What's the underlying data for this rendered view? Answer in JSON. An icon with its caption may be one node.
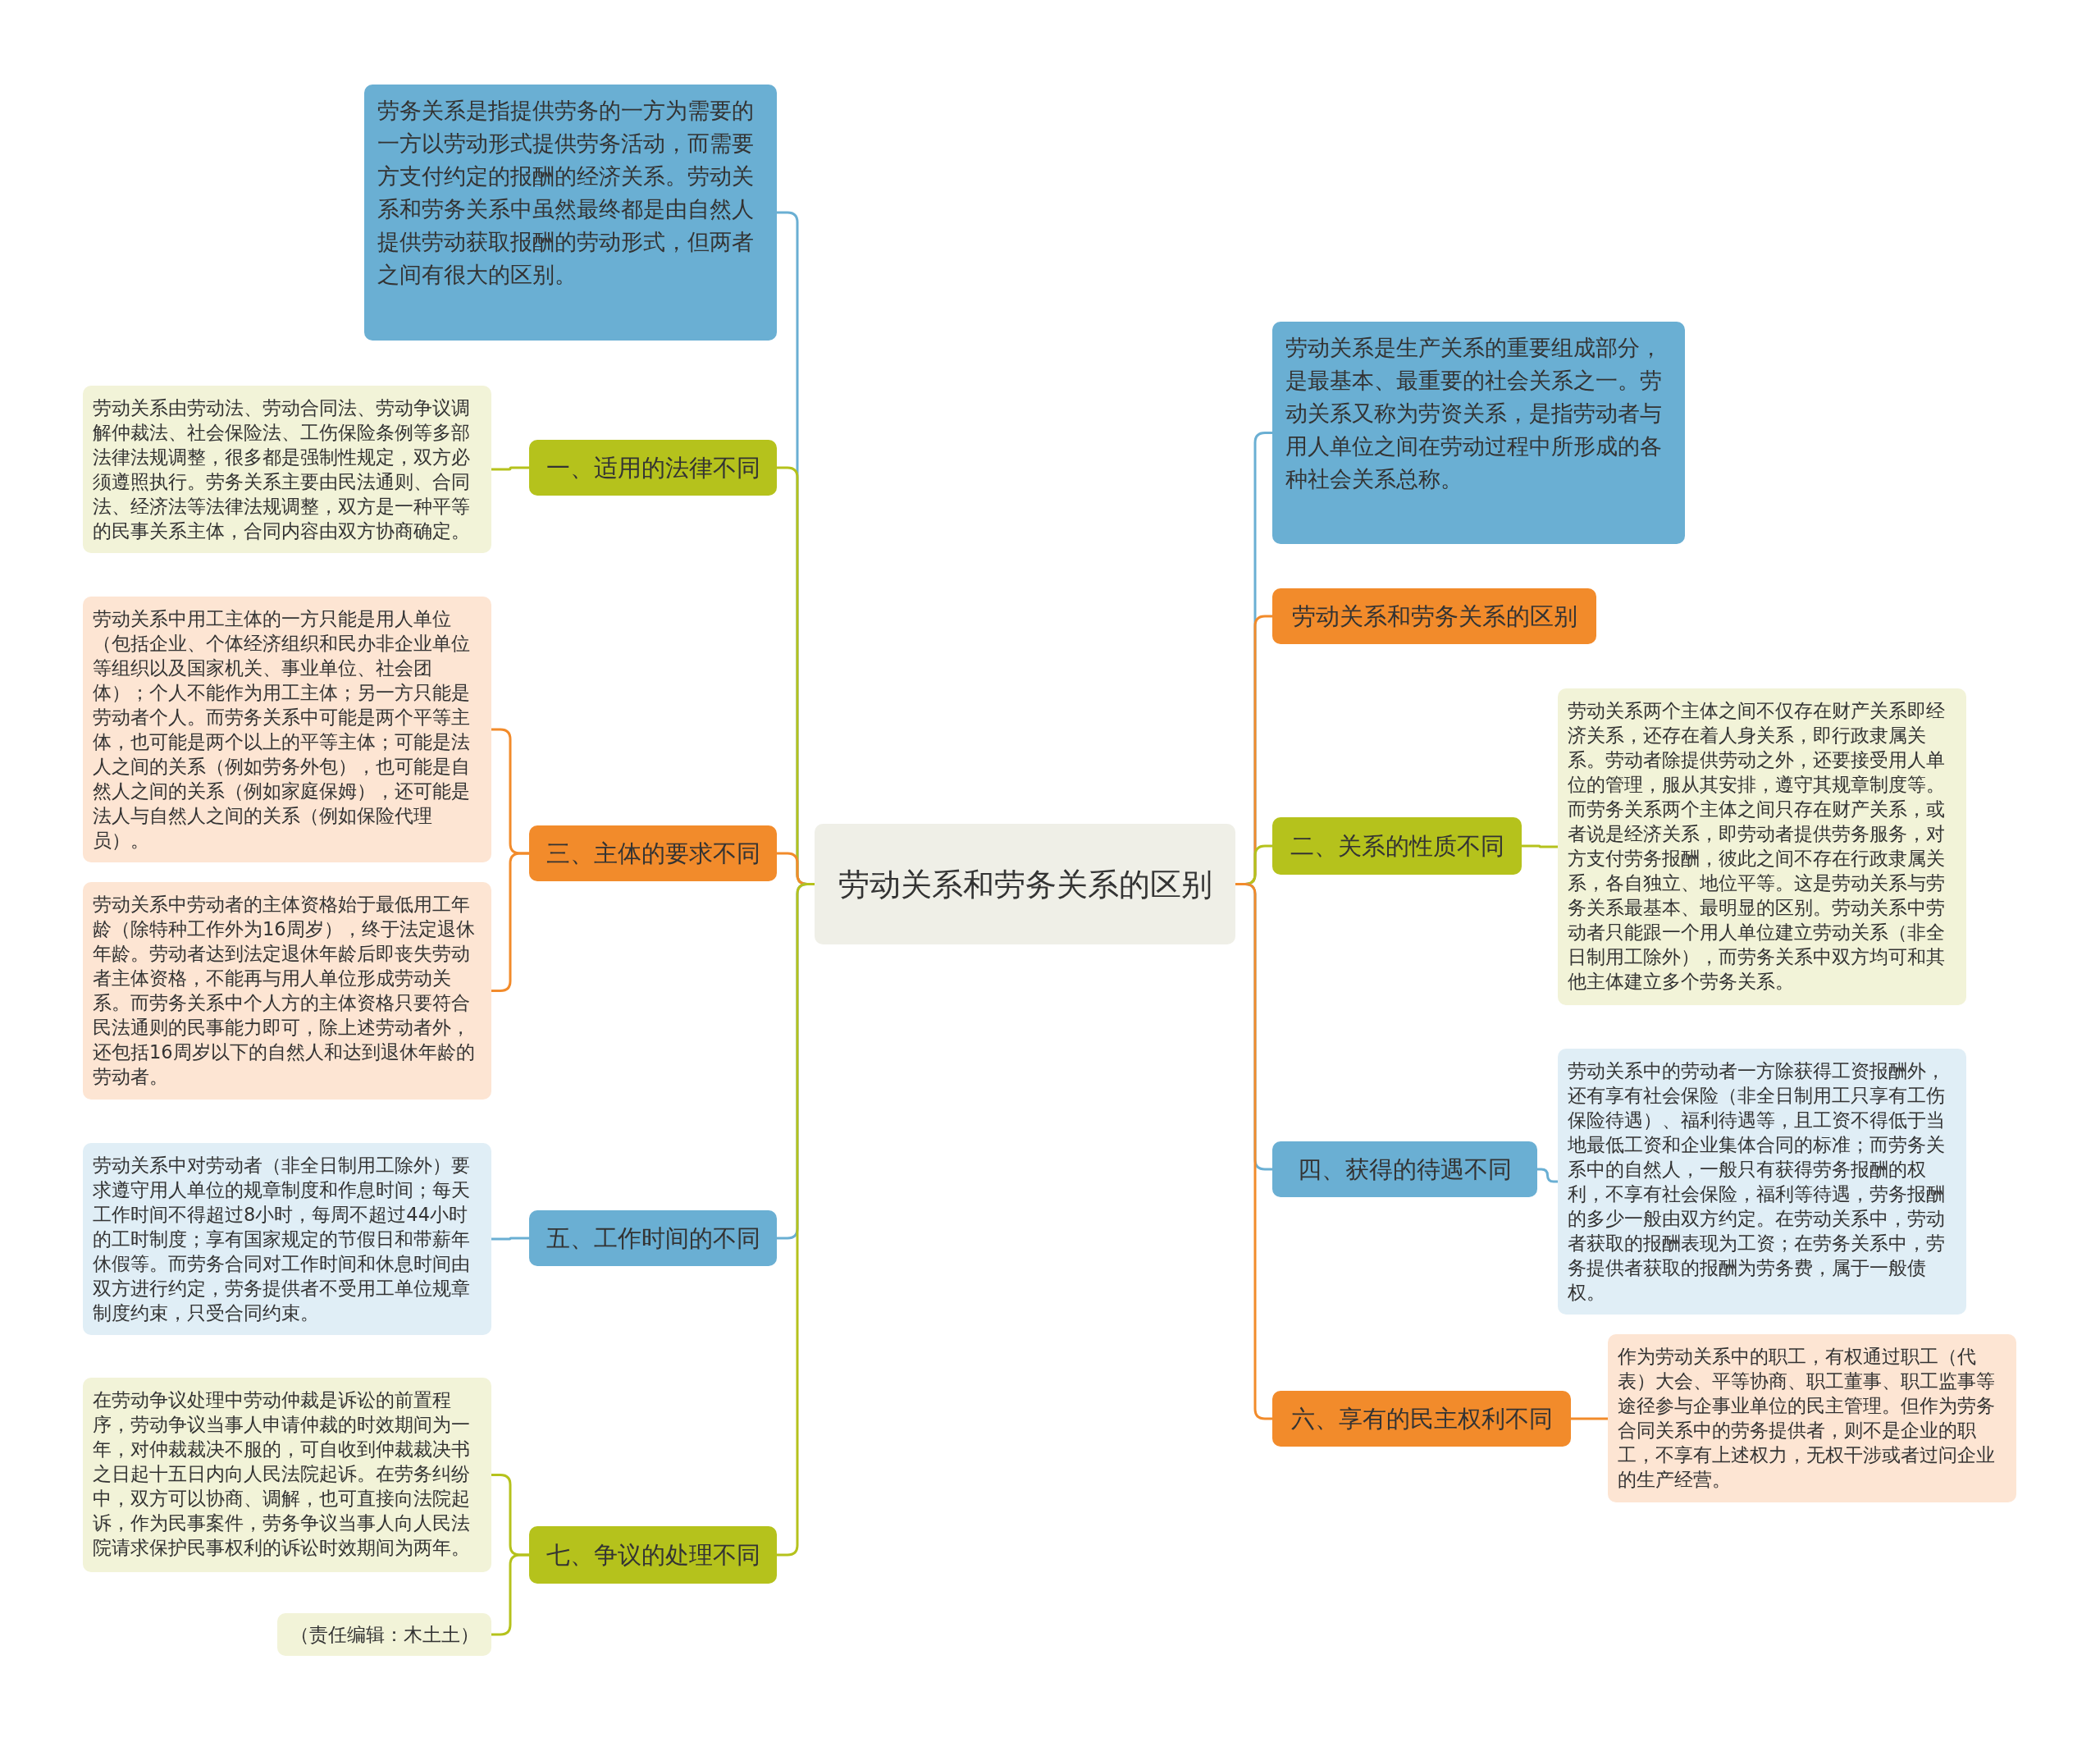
{
  "diagram": {
    "nodes": [
      {
        "text": [
          "劳动关系和劳务关系的区别"
        ]
      },
      {
        "text": [
          "劳务关系是指提供劳务的一方为需要的一方以劳动形式提供劳务活动，而需要方支付约定的报酬的经济关系。劳动关系和劳务关系中虽然最终都是由自然人提供劳动获取报酬的劳动形式，但两者之间有很大的区别。"
        ]
      },
      {
        "text": [
          "一、适用的法律不同"
        ]
      },
      {
        "text": [
          "劳动关系由劳动法、劳动合同法、劳动争议调解仲裁法、社会保险法、工伤保险条例等多部法律法规调整，很多都是强制性规定，双方必须遵照执行。劳务关系主要由民法通则、合同法、经济法等法律法规调整，双方是一种平等的民事关系主体，合同内容由双方协商确定。"
        ]
      },
      {
        "text": [
          "三、主体的要求不同"
        ]
      },
      {
        "text": [
          "劳动关系中用工主体的一方只能是用人单位（包括企业、个体经济组织和民办非企业单位等组织以及国家机关、事业单位、社会团体）；个人不能作为用工主体；另一方只能是劳动者个人。而劳务关系中可能是两个平等主体，也可能是两个以上的平等主体；可能是法人之间的关系（例如劳务外包），也可能是自然人之间的关系（例如家庭保姆），还可能是法人与自然人之间的关系（例如保险代理员）。"
        ]
      },
      {
        "text": [
          "劳动关系中劳动者的主体资格始于最低用工年龄（除特种工作外为16周岁），终于法定退休年龄。劳动者达到法定退休年龄后即丧失劳动者主体资格，不能再与用人单位形成劳动关系。而劳务关系中个人方的主体资格只要符合民法通则的民事能力即可，除上述劳动者外，还包括16周岁以下的自然人和达到退休年龄的劳动者。"
        ]
      },
      {
        "text": [
          "五、工作时间的不同"
        ]
      },
      {
        "text": [
          "劳动关系中对劳动者（非全日制用工除外）要求遵守用人单位的规章制度和作息时间；每天工作时间不得超过8小时，每周不超过44小时的工时制度；享有国家规定的节假日和带薪年休假等。而劳务合同对工作时间和休息时间由双方进行约定，劳务提供者不受用工单位规章制度约束，只受合同约束。"
        ]
      },
      {
        "text": [
          "七、争议的处理不同"
        ]
      },
      {
        "text": [
          "在劳动争议处理中劳动仲裁是诉讼的前置程序，劳动争议当事人申请仲裁的时效期间为一年，对仲裁裁决不服的，可自收到仲裁裁决书之日起十五日内向人民法院起诉。在劳务纠纷中，双方可以协商、调解，也可直接向法院起诉，作为民事案件，劳务争议当事人向人民法院请求保护民事权利的诉讼时效期间为两年。"
        ]
      },
      {
        "text": [
          "（责任编辑：木土土）"
        ]
      },
      {
        "text": [
          "劳动关系是生产关系的重要组成部分，是最基本、最重要的社会关系之一。劳动关系又称为劳资关系，是指劳动者与用人单位之间在劳动过程中所形成的各种社会关系总称。"
        ]
      },
      {
        "text": [
          "劳动关系和劳务关系的区别"
        ]
      },
      {
        "text": [
          "二、关系的性质不同"
        ]
      },
      {
        "text": [
          "劳动关系两个主体之间不仅存在财产关系即经济关系，还存在着人身关系，即行政隶属关系。劳动者除提供劳动之外，还要接受用人单位的管理，服从其安排，遵守其规章制度等。而劳务关系两个主体之间只存在财产关系，或者说是经济关系，即劳动者提供劳务服务，对方支付劳务报酬，彼此之间不存在行政隶属关系，各自独立、地位平等。这是劳动关系与劳务关系最基本、最明显的区别。劳动关系中劳动者只能跟一个用人单位建立劳动关系（非全日制用工除外），而劳务关系中双方均可和其他主体建立多个劳务关系。"
        ]
      },
      {
        "text": [
          "四、获得的待遇不同"
        ]
      },
      {
        "text": [
          "劳动关系中的劳动者一方除获得工资报酬外，还有享有社会保险（非全日制用工只享有工伤保险待遇）、福利待遇等，且工资不得低于当地最低工资和企业集体合同的标准；而劳务关系中的自然人，一般只有获得劳务报酬的权利，不享有社会保险，福利等待遇，劳务报酬的多少一般由双方约定。在劳动关系中，劳动者获取的报酬表现为工资；在劳务关系中，劳务提供者获取的报酬为劳务费，属于一般债权。"
        ]
      },
      {
        "text": [
          "六、享有的民主权利不同"
        ]
      },
      {
        "text": [
          "作为劳动关系中的职工，有权通过职工（代表）大会、平等协商、职工董事、职工监事等途径参与企事业单位的民主管理。但作为劳务合同关系中的劳务提供者，则不是企业的职工，不享有上述权力，无权干涉或者过问企业的生产经营。"
        ]
      }
    ],
    "edges": [
      {
        "from": 0,
        "to": 1,
        "arrow": "none",
        "color": "#6aafd3"
      },
      {
        "from": 0,
        "to": 2,
        "arrow": "none",
        "color": "#b5c21c"
      },
      {
        "from": 2,
        "to": 3,
        "arrow": "none",
        "color": "#b5c21c"
      },
      {
        "from": 0,
        "to": 4,
        "arrow": "none",
        "color": "#f28b2b"
      },
      {
        "from": 4,
        "to": 5,
        "arrow": "none",
        "color": "#f28b2b"
      },
      {
        "from": 4,
        "to": 6,
        "arrow": "none",
        "color": "#f28b2b"
      },
      {
        "from": 0,
        "to": 7,
        "arrow": "none",
        "color": "#6aafd3"
      },
      {
        "from": 7,
        "to": 8,
        "arrow": "none",
        "color": "#6aafd3"
      },
      {
        "from": 0,
        "to": 9,
        "arrow": "none",
        "color": "#b5c21c"
      },
      {
        "from": 9,
        "to": 10,
        "arrow": "none",
        "color": "#b5c21c"
      },
      {
        "from": 9,
        "to": 11,
        "arrow": "none",
        "color": "#b5c21c"
      },
      {
        "from": 0,
        "to": 12,
        "arrow": "none",
        "color": "#6aafd3"
      },
      {
        "from": 0,
        "to": 13,
        "arrow": "none",
        "color": "#f28b2b"
      },
      {
        "from": 0,
        "to": 14,
        "arrow": "none",
        "color": "#b5c21c"
      },
      {
        "from": 14,
        "to": 15,
        "arrow": "none",
        "color": "#b5c21c"
      },
      {
        "from": 0,
        "to": 16,
        "arrow": "none",
        "color": "#6aafd3"
      },
      {
        "from": 16,
        "to": 17,
        "arrow": "none",
        "color": "#6aafd3"
      },
      {
        "from": 0,
        "to": 18,
        "arrow": "none",
        "color": "#f28b2b"
      },
      {
        "from": 18,
        "to": 19,
        "arrow": "none",
        "color": "#f28b2b"
      }
    ]
  }
}
